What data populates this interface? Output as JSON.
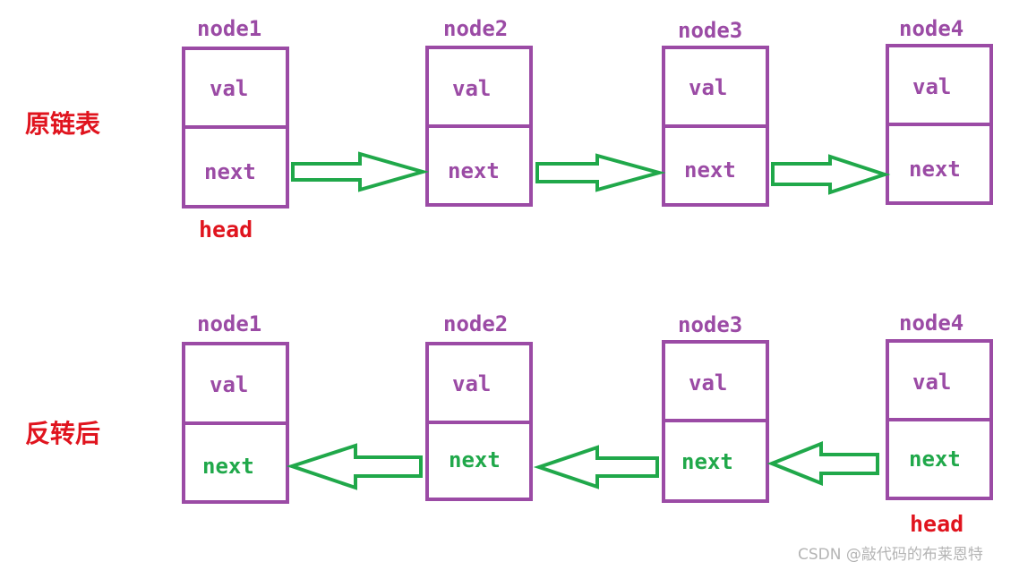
{
  "rows": [
    {
      "label": "原链表",
      "head_label": "head",
      "head_node_index": 0,
      "direction": "forward",
      "next_color": "#9b4ba5",
      "nodes": [
        {
          "name": "node1",
          "val": "val",
          "next": "next"
        },
        {
          "name": "node2",
          "val": "val",
          "next": "next"
        },
        {
          "name": "node3",
          "val": "val",
          "next": "next"
        },
        {
          "name": "node4",
          "val": "val",
          "next": "next"
        }
      ]
    },
    {
      "label": "反转后",
      "head_label": "head",
      "head_node_index": 3,
      "direction": "backward",
      "next_color": "#20a84a",
      "nodes": [
        {
          "name": "node1",
          "val": "val",
          "next": "next"
        },
        {
          "name": "node2",
          "val": "val",
          "next": "next"
        },
        {
          "name": "node3",
          "val": "val",
          "next": "next"
        },
        {
          "name": "node4",
          "val": "val",
          "next": "next"
        }
      ]
    }
  ],
  "colors": {
    "node": "#9b4ba5",
    "arrow": "#20a84a",
    "label": "#e0141e"
  },
  "watermark": "CSDN @敲代码的布莱恩特"
}
